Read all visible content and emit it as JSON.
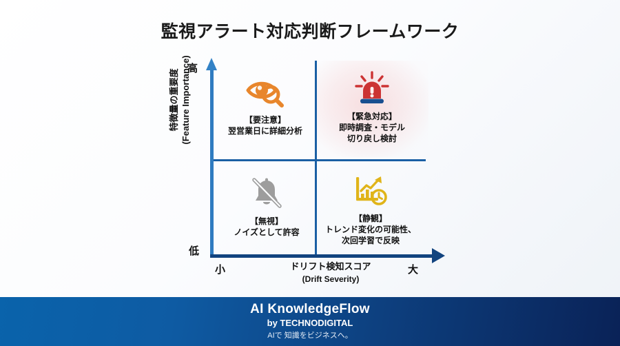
{
  "title": "監視アラート対応判断フレームワーク",
  "axes": {
    "y": {
      "label_ja": "特徴量の重要度",
      "label_en": "(Feature Importance)",
      "high": "高",
      "low": "低"
    },
    "x": {
      "label_ja": "ドリフト検知スコア",
      "label_en": "(Drift Severity)",
      "small": "小",
      "large": "大"
    }
  },
  "quadrants": [
    {
      "id": "caution",
      "icon": "eye-magnifier-icon",
      "heading": "【要注意】",
      "body": "翌営業日に詳細分析",
      "color": "#e8862c"
    },
    {
      "id": "urgent",
      "icon": "alarm-siren-icon",
      "heading": "【緊急対応】",
      "body": "即時調査・モデル",
      "body2": "切り戻し検討",
      "color": "#cc3333"
    },
    {
      "id": "ignore",
      "icon": "bell-muted-icon",
      "heading": "【無視】",
      "body": "ノイズとして許容",
      "color": "#9a9a9a"
    },
    {
      "id": "watch",
      "icon": "chart-trend-clock-icon",
      "heading": "【静観】",
      "body": "トレンド変化の可能性、",
      "body2": "次回学習で反映",
      "color": "#e0b419"
    }
  ],
  "footer": {
    "brand": "AI KnowledgeFlow",
    "by": "by TECHNODIGITAL",
    "tagline": "AIで 知識をビジネスへ。"
  },
  "colors": {
    "axis_y": "#3382c6",
    "axis_x": "#12447f",
    "divider": "#1a5fa4",
    "urgent_zone": "#f6dedc",
    "footer_from": "#0a63ab",
    "footer_to": "#0a2257"
  }
}
